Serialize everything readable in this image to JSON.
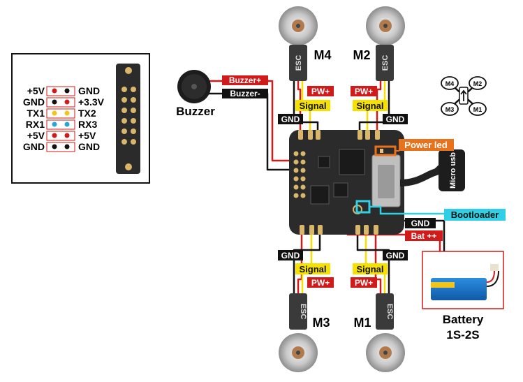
{
  "pinout": {
    "rows": [
      {
        "left": "+5V",
        "right": "GND",
        "dot_left": "#d11a1a",
        "dot_right": "#111111"
      },
      {
        "left": "GND",
        "right": "+3.3V",
        "dot_left": "#111111",
        "dot_right": "#d11a1a"
      },
      {
        "left": "TX1",
        "right": "TX2",
        "dot_left": "#f2c318",
        "dot_right": "#f2c318"
      },
      {
        "left": "RX1",
        "right": "RX3",
        "dot_left": "#2aa6d6",
        "dot_right": "#2aa6d6"
      },
      {
        "left": "+5V",
        "right": "+5V",
        "dot_left": "#d11a1a",
        "dot_right": "#d11a1a"
      },
      {
        "left": "GND",
        "right": "GND",
        "dot_left": "#111111",
        "dot_right": "#111111"
      }
    ]
  },
  "buzzer": {
    "title": "Buzzer",
    "pos_label": "Buzzer+",
    "neg_label": "Buzzer-"
  },
  "motors": {
    "m4": {
      "name": "M4",
      "esc": "ESC",
      "pw": "PW+",
      "signal": "Signal",
      "gnd": "GND"
    },
    "m2": {
      "name": "M2",
      "esc": "ESC",
      "pw": "PW+",
      "signal": "Signal",
      "gnd": "GND"
    },
    "m3": {
      "name": "M3",
      "esc": "ESC",
      "pw": "PW+",
      "signal": "Signal",
      "gnd": "GND"
    },
    "m1": {
      "name": "M1",
      "esc": "ESC",
      "pw": "PW+",
      "signal": "Signal",
      "gnd": "GND"
    }
  },
  "board": {
    "power_led": "Power led",
    "micro_usb": "Micro usb",
    "bootloader": "Bootloader",
    "gnd": "GND",
    "bat": "Bat ++"
  },
  "battery": {
    "title_line1": "Battery",
    "title_line2": "1S-2S"
  },
  "orientation": {
    "m4": "M4",
    "m2": "M2",
    "m3": "M3",
    "m1": "M1"
  },
  "colors": {
    "red": "#d11a1a",
    "yellow": "#f5e000",
    "black": "#111111",
    "cyan": "#2fd0e6",
    "orange": "#e8731c",
    "board": "#2b2b2b"
  }
}
